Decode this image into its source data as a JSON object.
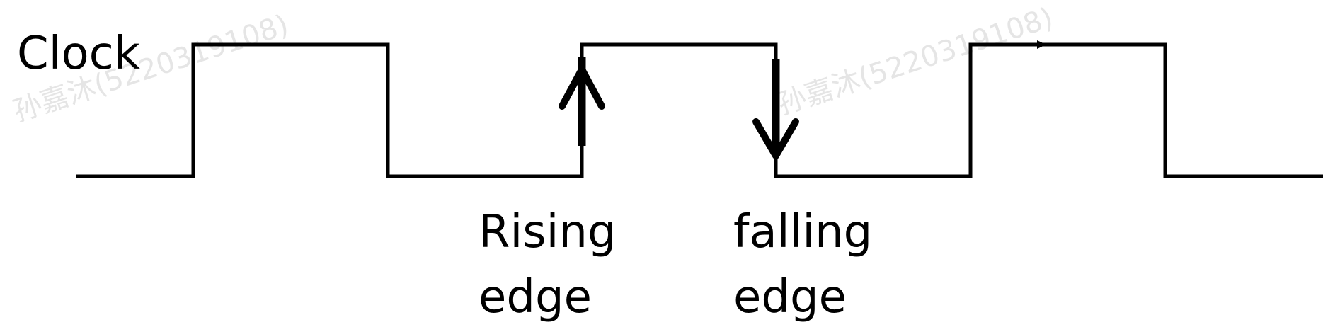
{
  "diagram": {
    "clock_label": "Clock",
    "rising_edge": {
      "line1": "Rising",
      "line2": "edge"
    },
    "falling_edge": {
      "line1": "falling",
      "line2": "edge"
    },
    "watermark": "孙嘉沐(5220319108)",
    "colors": {
      "waveform": "#000000",
      "background": "#ffffff",
      "watermark": "#e5e5e5"
    }
  }
}
